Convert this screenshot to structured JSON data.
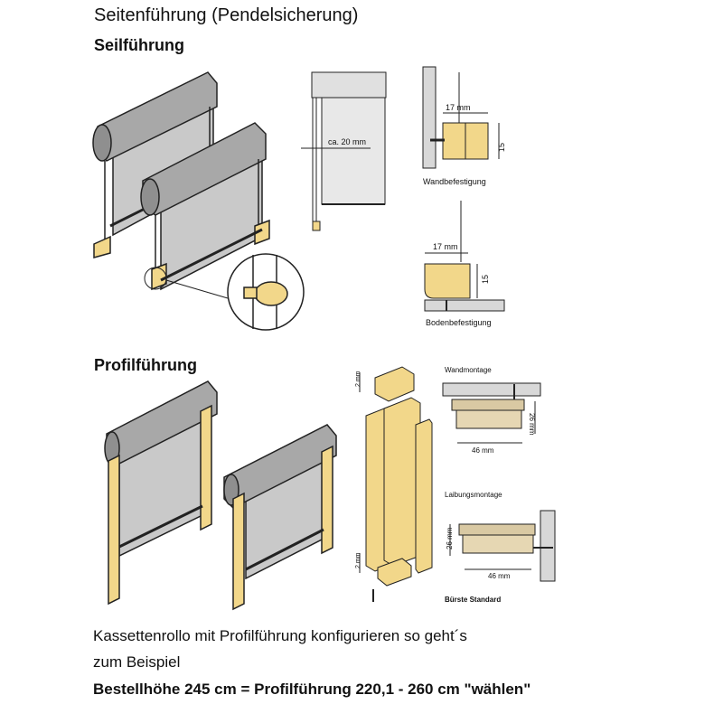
{
  "title": "Seitenführung (Pendelsicherung)",
  "section1": {
    "heading": "Seilführung",
    "dim_caption_front": "ca. 20 mm",
    "wall": {
      "width_label": "17 mm",
      "height_label": "15",
      "caption": "Wandbefestigung"
    },
    "floor": {
      "width_label": "17 mm",
      "height_label": "15",
      "caption": "Bodenbefestigung"
    }
  },
  "section2": {
    "heading": "Profilführung",
    "small_dim_top": "2 mm",
    "small_dim_bottom": "2 mm",
    "wand": {
      "caption": "Wandmontage",
      "height_label": "26 mm",
      "width_label": "46 mm"
    },
    "laibung": {
      "caption": "Laibungsmontage",
      "height_label": "26 mm",
      "width_label": "46 mm"
    },
    "brush_caption": "Bürste Standard"
  },
  "text": {
    "line1": "Kassettenrollo mit Profilführung konfigurieren so geht´s",
    "line2": "zum Beispiel",
    "line3": "Bestellhöhe 245 cm = Profilführung 220,1 - 260 cm \"wählen\""
  },
  "colors": {
    "wood": "#f2d78a",
    "fabric": "#c9c9c9",
    "cassette": "#9a9a9a",
    "line": "#222222"
  }
}
